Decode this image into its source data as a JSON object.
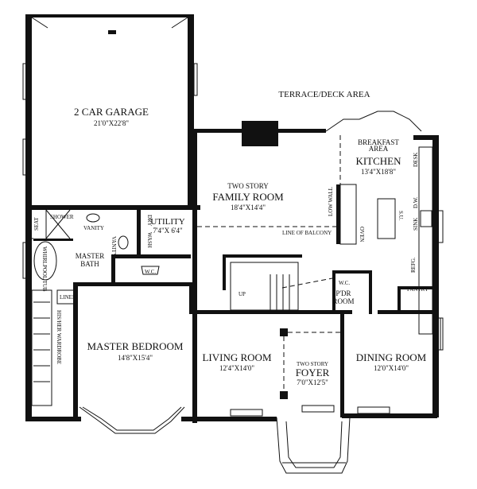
{
  "title": "Floor Plan",
  "rooms": {
    "garage": {
      "name": "2 CAR GARAGE",
      "dims": "21'0\"X22'8\""
    },
    "terrace": {
      "name": "TERRACE/DECK AREA"
    },
    "family": {
      "prefix": "TWO STORY",
      "name": "FAMILY ROOM",
      "dims": "18'4\"X14'4\""
    },
    "breakfast": {
      "line1": "BREAKFAST",
      "line2": "AREA"
    },
    "kitchen": {
      "name": "KITCHEN",
      "dims": "13'4\"X18'8\""
    },
    "utility": {
      "name": "UTILITY",
      "dims": "7'4\"X 6'4\""
    },
    "master_bath": {
      "line1": "MASTER",
      "line2": "BATH"
    },
    "master_bedroom": {
      "name": "MASTER BEDROOM",
      "dims": "14'8\"X15'4\""
    },
    "living": {
      "name": "LIVING ROOM",
      "dims": "12'4\"X14'0\""
    },
    "foyer": {
      "prefix": "TWO STORY",
      "name": "FOYER",
      "dims": "7'0\"X12'5\""
    },
    "dining": {
      "name": "DINING ROOM",
      "dims": "12'0\"X14'0\""
    },
    "powder": {
      "line1": "P'DR",
      "line2": "ROOM"
    }
  },
  "fixtures": {
    "shower": "SHOWER",
    "seat": "SEAT",
    "tub": "WHIRLPOOL TUB",
    "vanity1": "VANITY",
    "vanity2": "VANITY",
    "dry": "DRY",
    "wash": "WASH",
    "wc1": "W.C.",
    "wc2": "W.C.",
    "linen": "LINEN",
    "wardrobe": "HIS/HER WARDROBE",
    "low_wall": "LOW WALL",
    "balcony": "LINE OF BALCONY",
    "oven": "OVEN",
    "su": "S.U.",
    "sink": "SINK",
    "dw": "D.W.",
    "desk": "DESK",
    "refg": "REFG.",
    "pantry": "PANTRY",
    "up": "UP"
  }
}
